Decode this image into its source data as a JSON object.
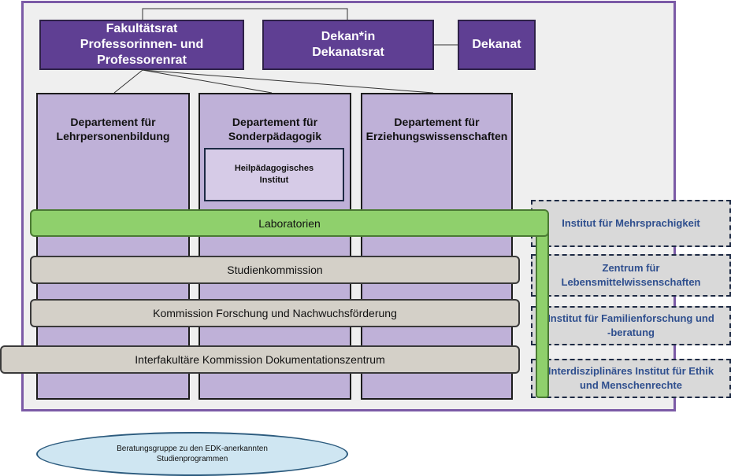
{
  "top": {
    "fakultaetsrat": "Fakultätsrat\nProfessorinnen- und\nProfessorenrat",
    "dekan": "Dekan*in\nDekanatsrat",
    "dekanat": "Dekanat"
  },
  "departments": [
    "Departement für\nLehrpersonenbildung",
    "Departement für\nSonderpädagogik",
    "Departement für\nErziehungswissenschaften"
  ],
  "sub_institute": "Heilpädagogisches\nInstitut",
  "bars": {
    "laboratorien": "Laboratorien",
    "studienkommission": "Studienkommission",
    "forschung": "Kommission Forschung und Nachwuchsförderung",
    "interfakultaer": "Interfakultäre Kommission Dokumentationszentrum"
  },
  "institutes": [
    "Institut für Mehrsprachigkeit",
    "Zentrum für\nLebensmittelwissenschaften",
    "Institut für Familienforschung und\n-beratung",
    "Interdisziplinäres Institut für Ethik\nund Menschenrechte"
  ],
  "oval": "Beratungsgruppe zu den EDK-anerkannten\nStudienprogrammen",
  "colors": {
    "frame": "#7b5aa6",
    "top_box": "#5f3f93",
    "department": "#bfb1d8",
    "laboratorien": "#8fd06c",
    "commission": "#d4d0c8",
    "institute_text": "#2f4f8e",
    "oval": "#cfe6f2"
  }
}
